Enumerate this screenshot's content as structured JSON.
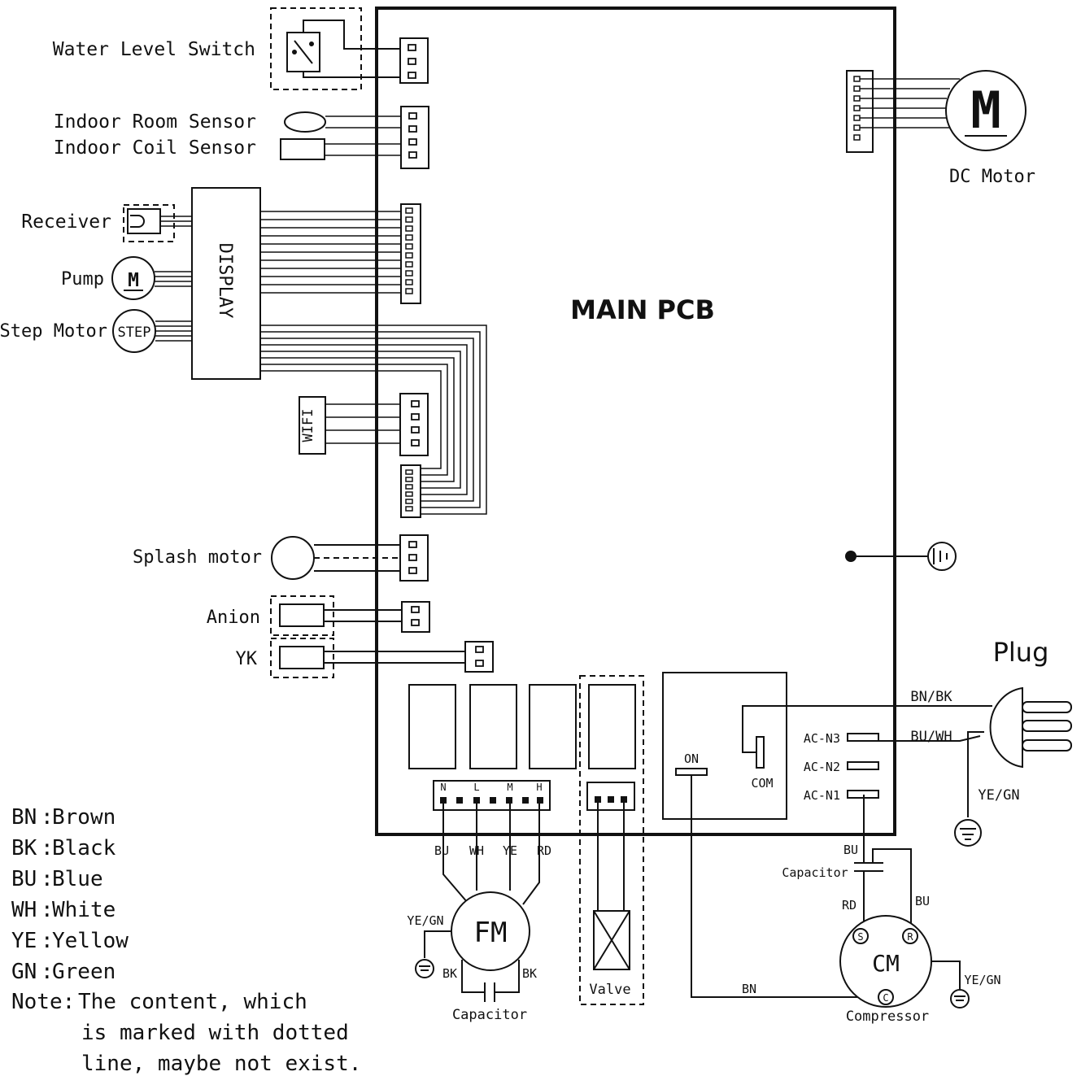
{
  "title": "MAIN PCB",
  "components": {
    "water_level_switch": "Water Level Switch",
    "indoor_room_sensor": "Indoor Room Sensor",
    "indoor_coil_sensor": "Indoor Coil Sensor",
    "receiver": "Receiver",
    "pump": "Pump",
    "step_motor": "Step Motor",
    "display": "DISPLAY",
    "wifi": "WIFI",
    "splash_motor": "Splash motor",
    "anion": "Anion",
    "yk": "YK",
    "dc_motor": "DC Motor",
    "plug": "Plug",
    "valve": "Valve",
    "capacitor_fan": "Capacitor",
    "capacitor_comp": "Capacitor",
    "compressor": "Compressor"
  },
  "symbols": {
    "motor_m": "M",
    "step": "STEP",
    "fm": "FM",
    "cm": "CM",
    "s": "S",
    "r": "R",
    "c": "C"
  },
  "terminals": {
    "on": "ON",
    "com": "COM",
    "ac_n3": "AC-N3",
    "ac_n2": "AC-N2",
    "ac_n1": "AC-N1",
    "fan_n": "N",
    "fan_l": "L",
    "fan_m": "M",
    "fan_h": "H"
  },
  "wires": {
    "bn_bk": "BN/BK",
    "bu_wh": "BU/WH",
    "ye_gn_plug": "YE/GN",
    "bu": "BU",
    "wh": "WH",
    "ye": "YE",
    "rd": "RD",
    "ye_gn_fm": "YE/GN",
    "bk_left": "BK",
    "bk_right": "BK",
    "bu_cap": "BU",
    "rd_comp": "RD",
    "bu_comp": "BU",
    "bn": "BN",
    "ye_gn_comp": "YE/GN"
  },
  "legend": [
    {
      "code": "BN",
      "name": "Brown"
    },
    {
      "code": "BK",
      "name": "Black"
    },
    {
      "code": "BU",
      "name": "Blue"
    },
    {
      "code": "WH",
      "name": "White"
    },
    {
      "code": "YE",
      "name": "Yellow"
    },
    {
      "code": "GN",
      "name": "Green"
    }
  ],
  "note": {
    "label": "Note:",
    "lines": [
      "The content, which",
      "is marked with dotted",
      "line, maybe not exist."
    ]
  }
}
